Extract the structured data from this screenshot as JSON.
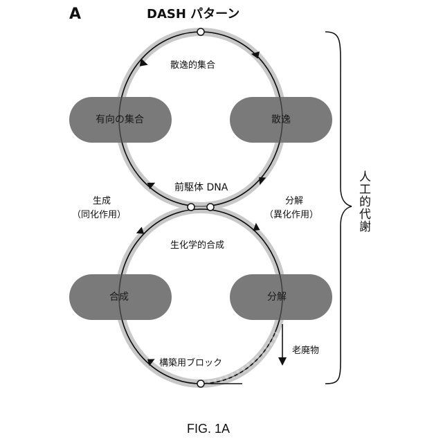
{
  "figure": {
    "panel_label": "A",
    "title": "DASH パターン",
    "caption": "FIG. 1A"
  },
  "upper_loop": {
    "center_label": "散逸的集合",
    "left_box": "有向の集合",
    "right_box": "散逸"
  },
  "junction": {
    "center_label": "前駆体 DNA",
    "left_label_line1": "生成",
    "left_label_line2": "（同化作用）",
    "right_label_line1": "分解",
    "right_label_line2": "（異化作用）"
  },
  "lower_loop": {
    "center_label": "生化学的合成",
    "left_box": "合成",
    "right_box": "分解",
    "bottom_label": "構築用ブロック"
  },
  "waste_label": "老廃物",
  "side_label": "人工的代謝",
  "colors": {
    "box_fill": "#7a7a7a",
    "halo": "#c8c8c8",
    "line": "#111111"
  }
}
